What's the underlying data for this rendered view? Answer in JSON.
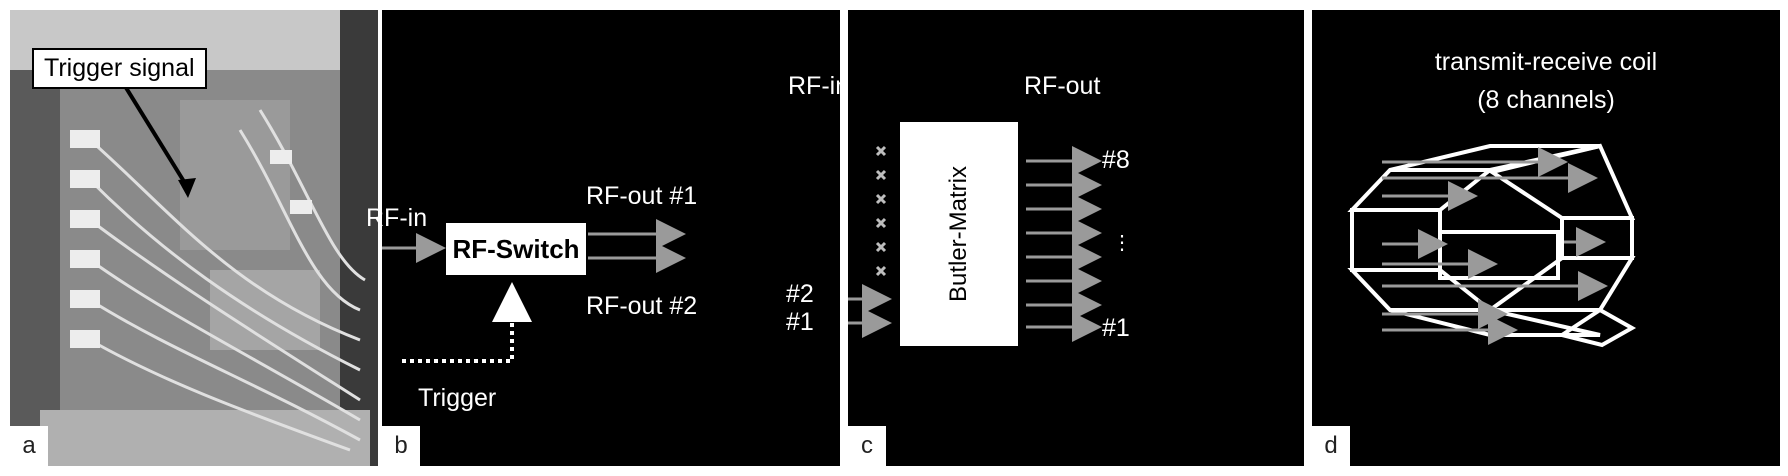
{
  "panel_a": {
    "label": "a",
    "callout": "Trigger signal"
  },
  "panel_b": {
    "label": "b",
    "rf_in": "RF-in",
    "switch_label": "RF-Switch",
    "rf_out_1": "RF-out #1",
    "rf_out_2": "RF-out #2",
    "trigger": "Trigger"
  },
  "panel_c": {
    "label": "c",
    "rf_in": "RF-in",
    "rf_out": "RF-out",
    "matrix_label": "Butler-Matrix",
    "in_2": "#2",
    "in_1": "#1",
    "out_8": "#8",
    "out_ellipsis": "⋮",
    "out_1": "#1"
  },
  "panel_d": {
    "label": "d",
    "title_line1": "transmit-receive coil",
    "title_line2": "(8 channels)"
  }
}
